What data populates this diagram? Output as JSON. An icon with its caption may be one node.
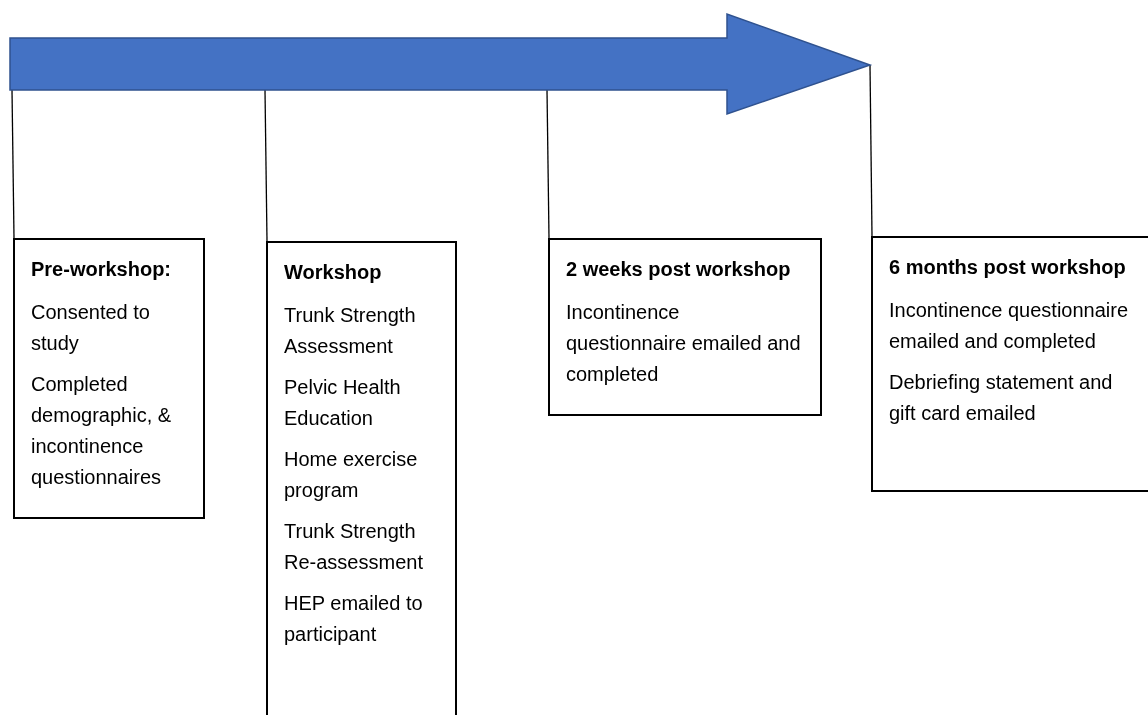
{
  "diagram": {
    "nodes": [
      {
        "text": [],
        "shape": "arrow"
      },
      {
        "text": [
          "Pre-workshop:",
          "Consented to study",
          "Completed demographic, & incontinence questionnaires"
        ]
      },
      {
        "text": [
          "Workshop",
          "Trunk Strength Assessment",
          "Pelvic Health Education",
          "Home exercise program",
          "Trunk Strength Re-assessment",
          "HEP emailed to participant"
        ]
      },
      {
        "text": [
          "2 weeks post workshop",
          "Incontinence questionnaire emailed and completed"
        ]
      },
      {
        "text": [
          "6 months post workshop",
          "Incontinence questionnaire emailed and completed",
          "Debriefing statement and gift card emailed"
        ]
      }
    ],
    "edges": [
      {
        "from": 0,
        "to": 1,
        "arrow": "none"
      },
      {
        "from": 0,
        "to": 2,
        "arrow": "none"
      },
      {
        "from": 0,
        "to": 3,
        "arrow": "none"
      },
      {
        "from": 0,
        "to": 4,
        "arrow": "none"
      }
    ]
  }
}
